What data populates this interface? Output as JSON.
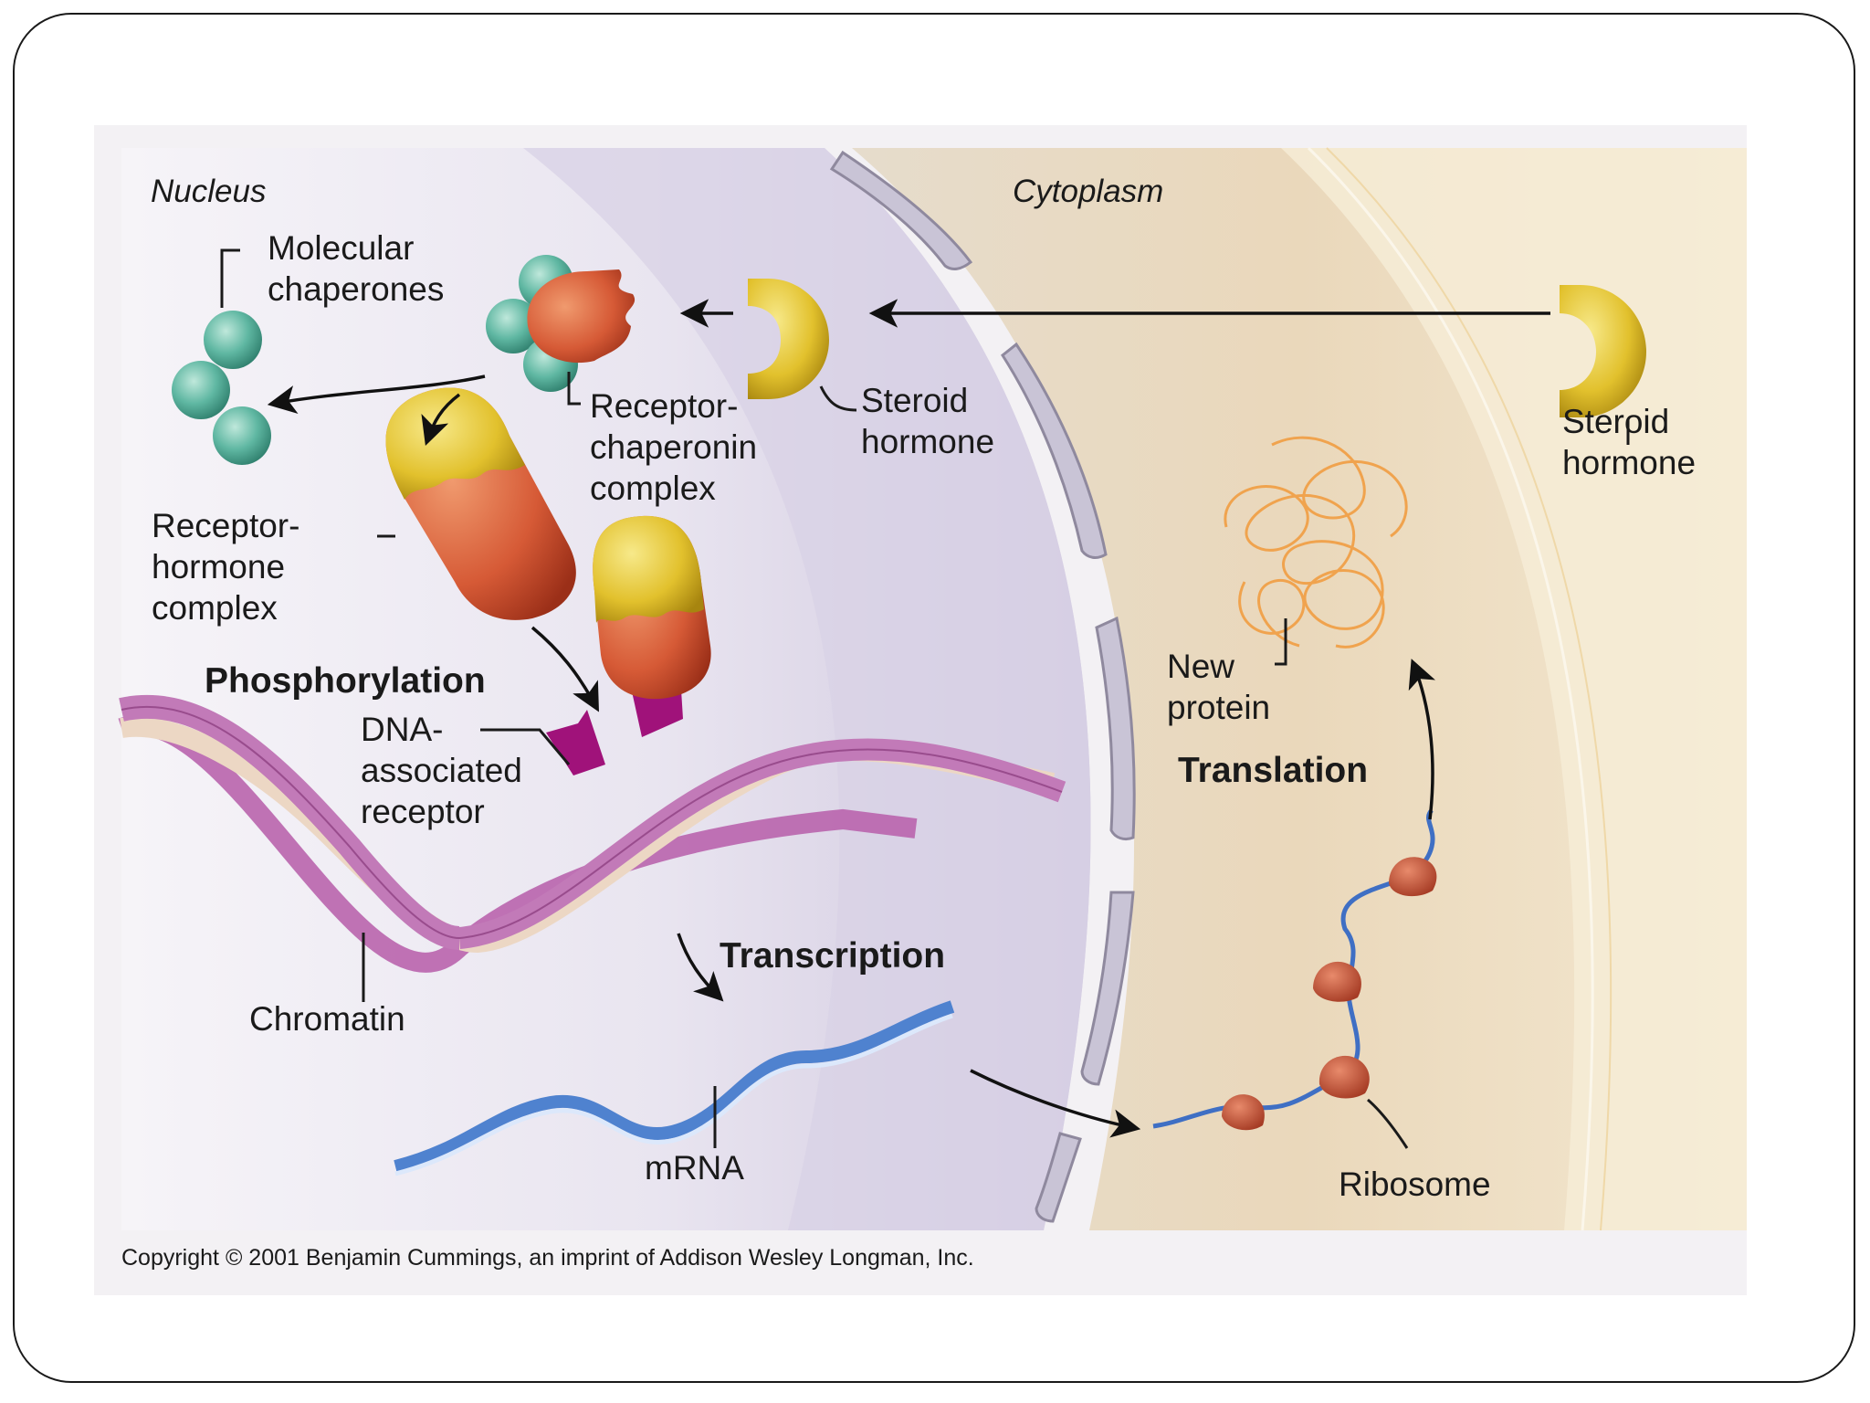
{
  "diagram": {
    "regions": {
      "nucleus": "Nucleus",
      "cytoplasm": "Cytoplasm"
    },
    "labels": {
      "molecular_chaperones": "Molecular\nchaperones",
      "receptor_chaperonin_complex": "Receptor-\nchaperonin\ncomplex",
      "steroid_hormone_nucleus": "Steroid\nhormone",
      "steroid_hormone_outside": "Steroid\nhormone",
      "receptor_hormone_complex": "Receptor-\nhormone\ncomplex",
      "phosphorylation": "Phosphorylation",
      "dna_associated_receptor": "DNA-\nassociated\nreceptor",
      "chromatin": "Chromatin",
      "transcription": "Transcription",
      "mrna": "mRNA",
      "new_protein": "New\nprotein",
      "translation": "Translation",
      "ribosome": "Ribosome"
    },
    "copyright": "Copyright © 2001 Benjamin Cummings, an imprint of Addison Wesley Longman, Inc.",
    "colors": {
      "chaperone": "#5fb7a2",
      "receptor": "#d65a36",
      "hormone": "#e2c12d",
      "dna_binding_domain": "#a0127a",
      "chromatin_strand": "#c67fbf",
      "chromatin_backbone": "#ecd3c3",
      "mrna": "#4f82cf",
      "ribosome": "#c8553b",
      "new_protein": "#f0a34e",
      "cytoplasm": "#e8d7b8",
      "nucleus": "#dcd6e8"
    }
  }
}
